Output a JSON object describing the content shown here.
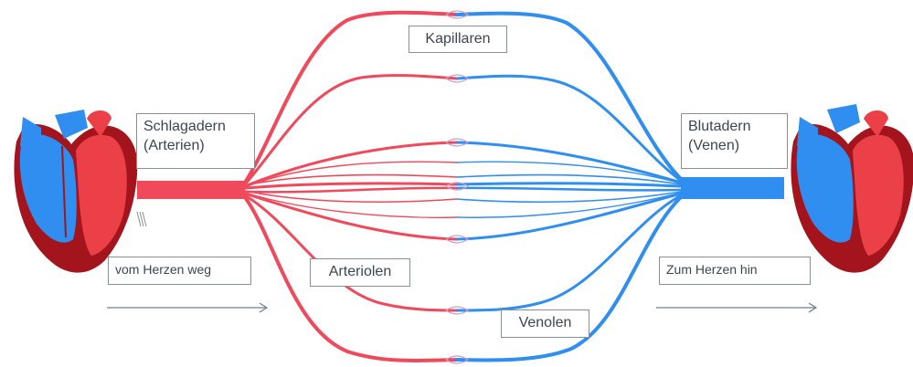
{
  "header": {
    "text": ""
  },
  "labels": {
    "kapillaren": "Kapillaren",
    "schlagadern": "Schlagadern\n(Arterien)",
    "blutadern": "Blutadern\n(Venen)",
    "arteriolen": "Arteriolen",
    "venolen": "Venolen",
    "vom_herzen": "vom Herzen weg",
    "zum_herzen": "Zum Herzen hin"
  },
  "colors": {
    "artery": "#f0495c",
    "vein": "#2f8ef0",
    "heart_dark": "#a3141c",
    "heart_red": "#ec4048",
    "heart_blue": "#2f8ef0",
    "box_border": "#8a8f96",
    "arrow": "#6f7e90"
  },
  "icons": [
    "heart-left-icon",
    "heart-right-icon",
    "arrow-right-icon"
  ]
}
